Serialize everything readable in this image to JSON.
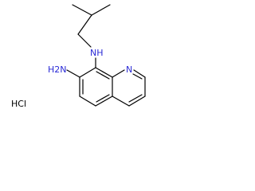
{
  "molecule": {
    "labels": {
      "nh_secondary": "NH",
      "nh2": "H2N",
      "ring_n": "N",
      "salt": "HCl"
    },
    "colors": {
      "nitrogen": "#2a2ad6",
      "bond": "#000000",
      "background": "#ffffff"
    }
  }
}
